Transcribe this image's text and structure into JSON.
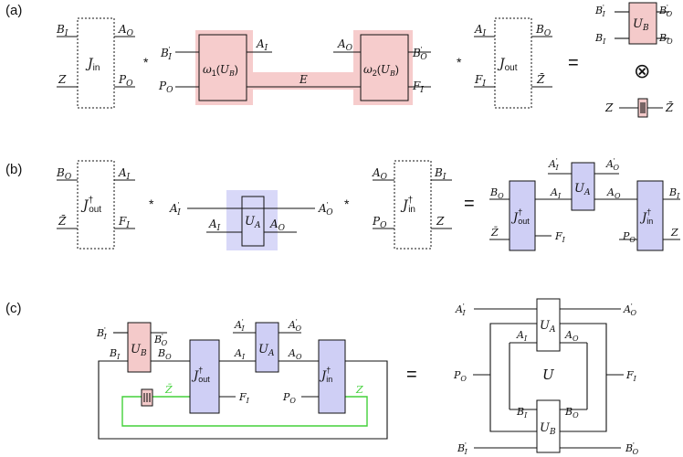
{
  "colors": {
    "red_box": "#f4caca",
    "blue_box": "#cfcff5",
    "green_wire": "#43d13a"
  },
  "panel_a": {
    "label": "(a)",
    "jin": {
      "name": "J",
      "sub": "in",
      "left": [
        "B_I",
        "Z"
      ],
      "right": [
        "A_O",
        "P_O"
      ]
    },
    "star": "*",
    "omega1": {
      "label": "ω₁(U_B)",
      "left": [
        "B'_I",
        "P_O"
      ],
      "right": "A_I"
    },
    "omega2": {
      "label": "ω₂(U_B)",
      "left": "A_O",
      "right": [
        "B'_O",
        "F_I"
      ]
    },
    "env": "E",
    "jout": {
      "name": "J",
      "sub": "out",
      "left": [
        "A_I",
        "F_I"
      ],
      "right": [
        "B_O",
        "Z̄"
      ]
    },
    "equals": "=",
    "ub": {
      "label": "U_B",
      "left": [
        "B'_I",
        "B_I"
      ],
      "right": [
        "B'_O",
        "B_O"
      ]
    },
    "otimes": "⊗",
    "identity": {
      "left": "Z",
      "right": "Z̄"
    }
  },
  "panel_b": {
    "label": "(b)",
    "jout_dag": {
      "name": "J†",
      "sub": "out",
      "left": [
        "B_O",
        "Z̄"
      ],
      "right": [
        "A_I",
        "F_I"
      ]
    },
    "ua": {
      "label": "U_A",
      "top_left": "A'_I",
      "top_right": "A'_O",
      "left": "A_I",
      "right": "A_O"
    },
    "jin_dag": {
      "name": "J†",
      "sub": "in",
      "left": [
        "A_O",
        "P_O"
      ],
      "right": [
        "B_I",
        "Z"
      ]
    },
    "result": {
      "labels": [
        "B_O",
        "Z̄",
        "A'_I",
        "A'_O",
        "A_I",
        "A_O",
        "B_I",
        "Z",
        "F_I",
        "P_O"
      ]
    }
  },
  "panel_c": {
    "label": "(c)",
    "left_labels": [
      "B'_I",
      "B'_O",
      "B_I",
      "B_O",
      "A'_I",
      "A'_O",
      "A_I",
      "A_O",
      "Z̄",
      "F_I",
      "P_O",
      "Z"
    ],
    "equals": "=",
    "right": {
      "u": "U",
      "ua": "U_A",
      "ub": "U_B",
      "labels": [
        "A'_I",
        "A'_O",
        "A_I",
        "A_O",
        "P_O",
        "F_I",
        "B_I",
        "B_O",
        "B'_I",
        "B'_O"
      ]
    }
  }
}
